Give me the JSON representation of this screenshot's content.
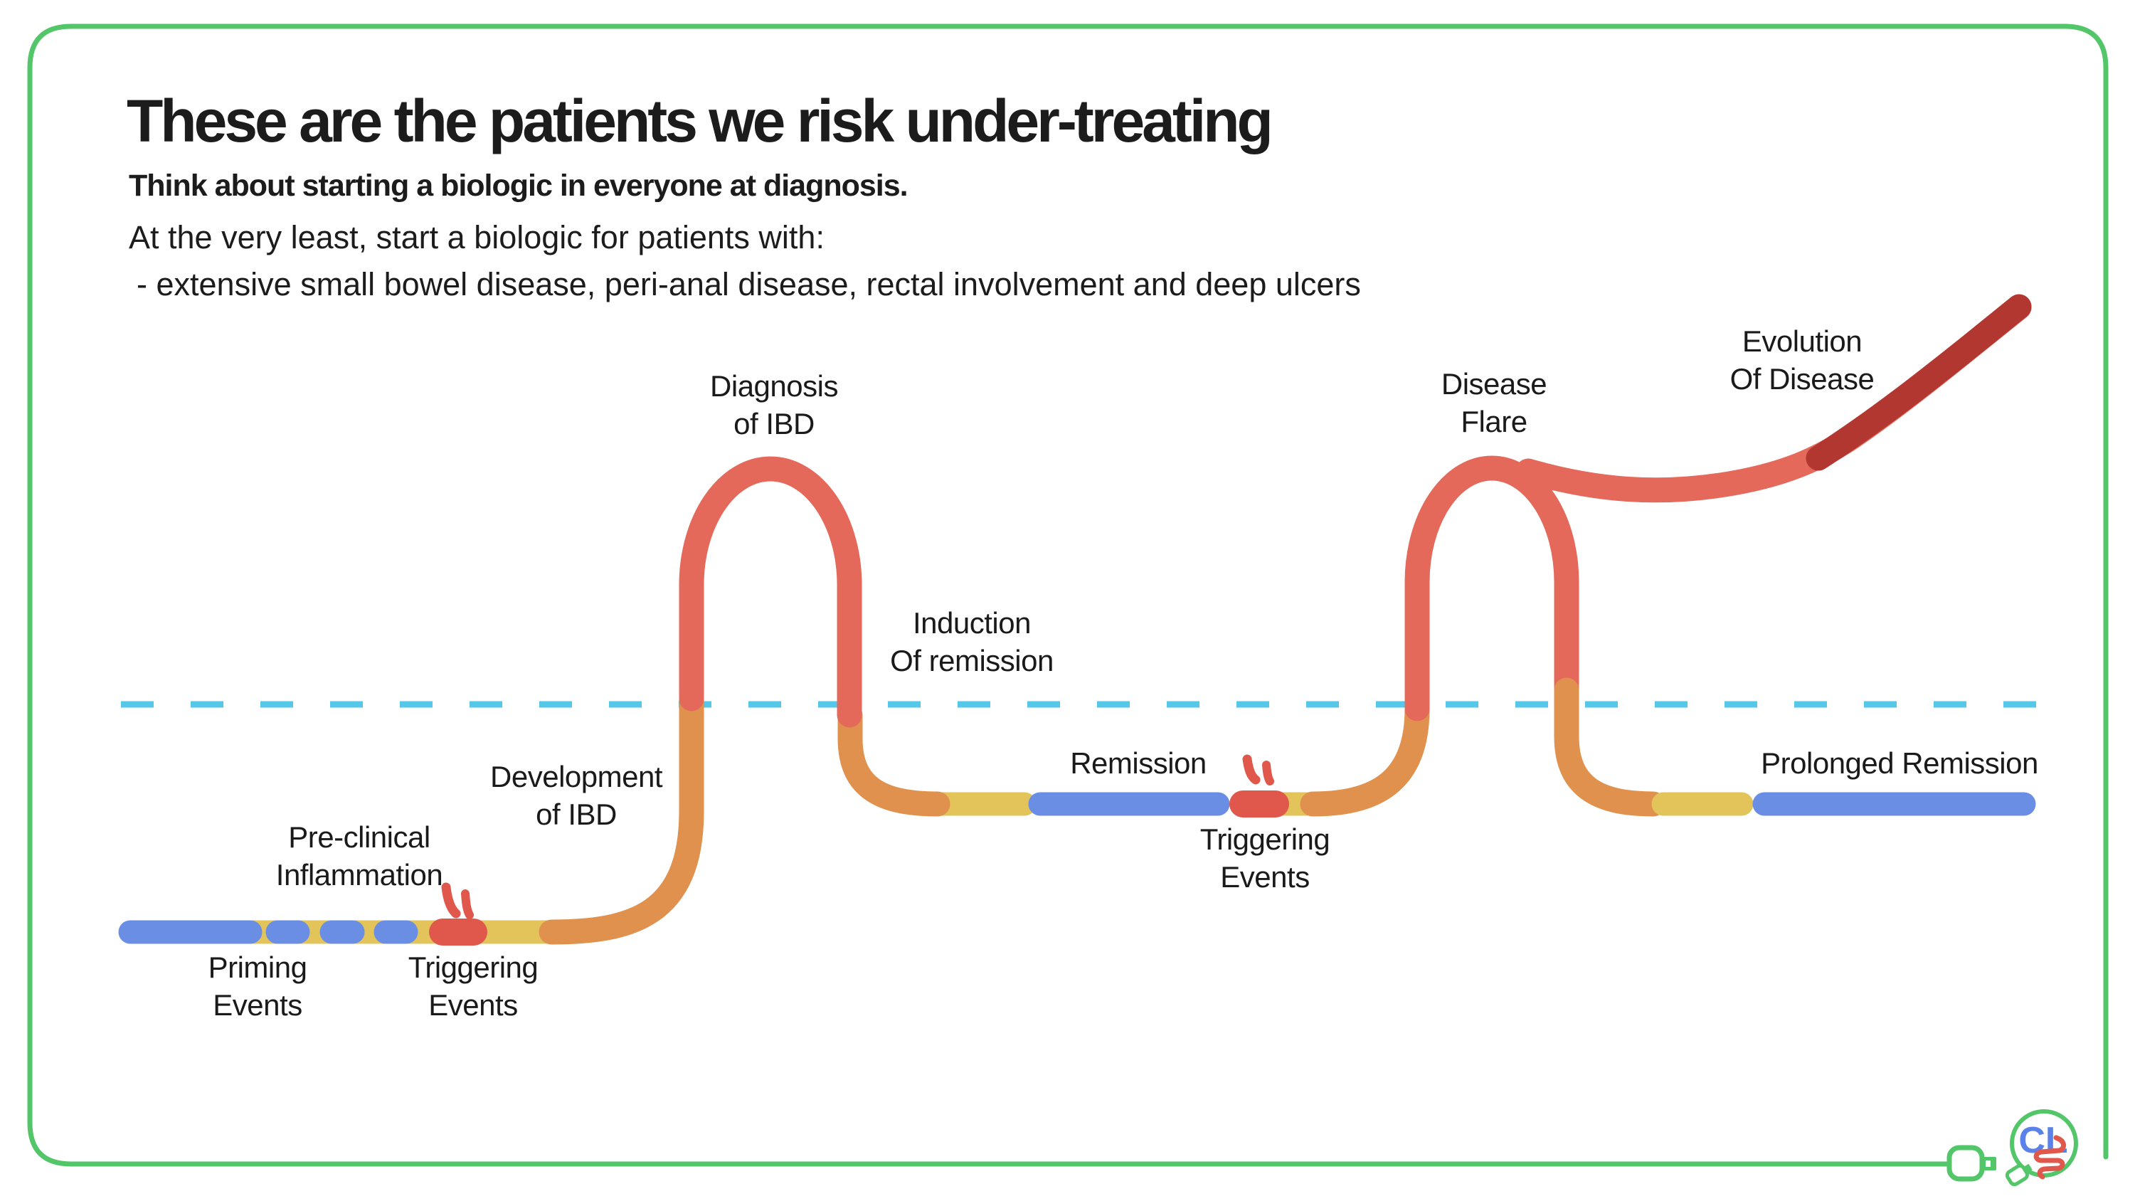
{
  "header": {
    "title": "These are the patients we risk under-treating",
    "subtitle_bold": "Think about starting a biologic in everyone at diagnosis.",
    "line2": "At the very least, start a biologic for patients with:",
    "line3": "- extensive small bowel disease, peri-anal disease, rectal involvement and deep ulcers"
  },
  "diagram": {
    "labels": {
      "priming": [
        "Priming",
        "Events"
      ],
      "preclinical": [
        "Pre-clinical",
        "Inflammation"
      ],
      "triggering1": [
        "Triggering",
        "Events"
      ],
      "development": [
        "Development",
        "of IBD"
      ],
      "diagnosis": [
        "Diagnosis",
        "of IBD"
      ],
      "induction": [
        "Induction",
        "Of remission"
      ],
      "remission": "Remission",
      "triggering2": [
        "Triggering",
        "Events"
      ],
      "flare": [
        "Disease",
        "Flare"
      ],
      "evolution": [
        "Evolution",
        "Of Disease"
      ],
      "prolonged": "Prolonged Remission"
    },
    "colors": {
      "blue": "#6A8EE3",
      "yellow": "#E2C45A",
      "orange": "#E0914E",
      "salmon": "#E5695B",
      "red": "#E0584C",
      "dark_red": "#B23730",
      "dashed": "#55C8EA"
    }
  },
  "branding": {
    "border_color": "#53C669",
    "logo_text": "CL",
    "logo_blue": "#5B82E8",
    "logo_red": "#E0584C",
    "white": "#FFFFFF"
  }
}
